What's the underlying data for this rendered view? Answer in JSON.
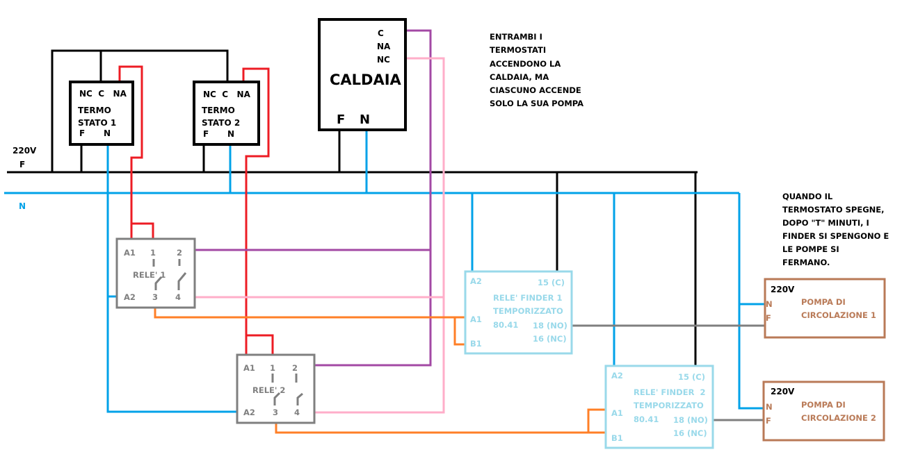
{
  "colors": {
    "phase": "#000000",
    "neutral": "#00a2e8",
    "thermostat_out": "#ed1c24",
    "boiler_c": "#a349a4",
    "boiler_nc": "#ffaec9",
    "relay_out": "#ff7f27",
    "finder_out": "#7f7f7f",
    "relay_box": "#7f7f7f",
    "finder_box": "#99d9ea",
    "pump_box": "#b97a57"
  },
  "supply": {
    "voltage": "220V",
    "phase": "F",
    "neutral": "N"
  },
  "thermostats": [
    {
      "terminals_top": "NC  C   NA",
      "name_line1": "TERMO",
      "name_line2": "STATO 1",
      "term_f": "F",
      "term_n": "N"
    },
    {
      "terminals_top": "NC  C   NA",
      "name_line1": "TERMO",
      "name_line2": "STATO 2",
      "term_f": "F",
      "term_n": "N"
    }
  ],
  "boiler": {
    "name": "CALDAIA",
    "term_c": "C",
    "term_na": "NA",
    "term_nc": "NC",
    "term_f": "F",
    "term_n": "N"
  },
  "relays": [
    {
      "name": "RELE' 1",
      "a1": "A1",
      "a2": "A2",
      "t1": "1",
      "t2": "2",
      "t3": "3",
      "t4": "4"
    },
    {
      "name": "RELE' 2",
      "a1": "A1",
      "a2": "A2",
      "t1": "1",
      "t2": "2",
      "t3": "3",
      "t4": "4"
    }
  ],
  "finders": [
    {
      "a2": "A2",
      "c15": "15 (C)",
      "name_line1": "RELE' FINDER 1",
      "name_line2": "TEMPORIZZATO",
      "model": "80.41",
      "a1": "A1",
      "no18": "18 (NO)",
      "nc16": "16 (NC)",
      "b1": "B1"
    },
    {
      "a2": "A2",
      "c15": "15 (C)",
      "name_line1": "RELE' FINDER  2",
      "name_line2": "TEMPORIZZATO",
      "model": "80.41",
      "a1": "A1",
      "no18": "18 (NO)",
      "nc16": "16 (NC)",
      "b1": "B1"
    }
  ],
  "pumps": [
    {
      "voltage": "220V",
      "term_n": "N",
      "term_f": "F",
      "name_line1": "POMPA DI",
      "name_line2": "CIRCOLAZIONE 1"
    },
    {
      "voltage": "220V",
      "term_n": "N",
      "term_f": "F",
      "name_line1": "POMPA DI",
      "name_line2": "CIRCOLAZIONE 2"
    }
  ],
  "notes": {
    "top": [
      "ENTRAMBI I",
      "TERMOSTATI",
      "ACCENDONO LA",
      "CALDAIA, MA",
      "CIASCUNO ACCENDE",
      "SOLO LA SUA POMPA"
    ],
    "right": [
      "QUANDO IL",
      "TERMOSTATO SPEGNE,",
      "DOPO \"T\" MINUTI, I",
      "FINDER SI SPENGONO E",
      "LE POMPE SI",
      "FERMANO."
    ]
  }
}
